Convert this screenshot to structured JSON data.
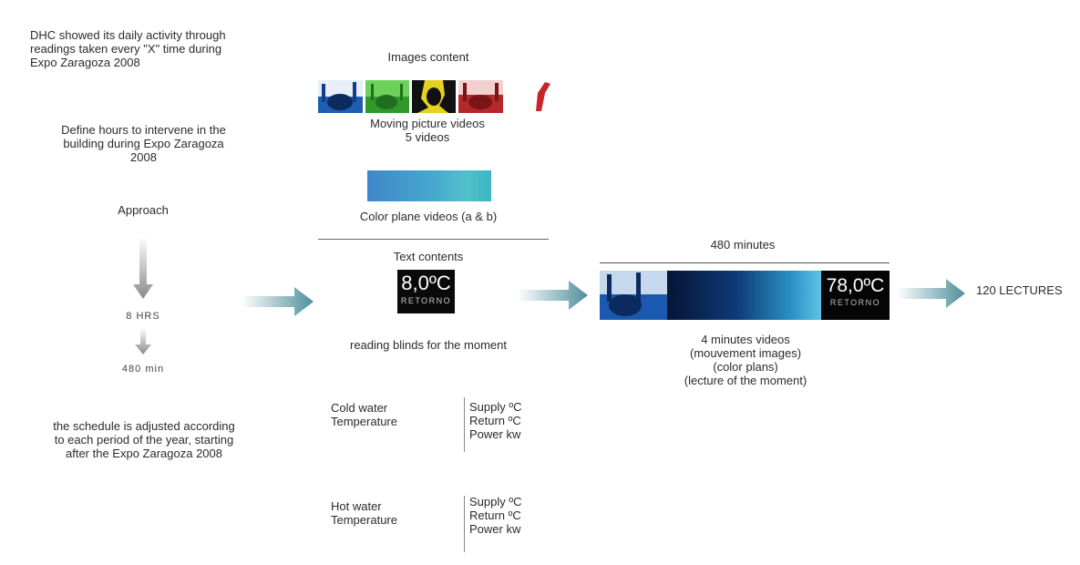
{
  "left_column": {
    "intro": [
      "DHC showed its daily activity through",
      "readings taken every \"X\" time during",
      "Expo Zaragoza 2008"
    ],
    "define_hours": [
      "Define hours to intervene in the",
      "building during Expo Zaragoza",
      "2008"
    ],
    "approach": "Approach",
    "hours": "8 HRS",
    "minutes": "480 min",
    "schedule": [
      "the schedule is adjusted according",
      "to each period of the year, starting",
      "after the Expo Zaragoza 2008"
    ]
  },
  "middle_column": {
    "images_content": "Images content",
    "moving_videos": [
      "Moving picture videos",
      "5 videos"
    ],
    "color_plane": "Color plane videos (a & b)",
    "text_contents": "Text  contents",
    "blind_value": "8,0ºC",
    "blind_label": "RETORNO",
    "reading_blinds": "reading blinds for the moment",
    "cold_water": [
      "Cold water",
      "Temperature"
    ],
    "cold_metrics": [
      "Supply ºC",
      "Return ºC",
      "Power kw"
    ],
    "hot_water": [
      "Hot water",
      "Temperature"
    ],
    "hot_metrics": [
      "Supply ºC",
      "Return ºC",
      "Power kw"
    ]
  },
  "right_column": {
    "duration": "480 minutes",
    "blind_value": "78,0ºC",
    "blind_label": "RETORNO",
    "description": [
      "4 minutes videos",
      "(mouvement images)",
      "(color plans)",
      "(lecture of the moment)"
    ],
    "result": "120 LECTURES"
  },
  "colors": {
    "arrow_teal": "#4f8f9c",
    "arrow_grey": "#8a8a8a",
    "thumb_blue": "#1e5fb4",
    "thumb_green": "#46b43a",
    "thumb_yellow": "#e6d21e",
    "thumb_red": "#b4282a"
  }
}
